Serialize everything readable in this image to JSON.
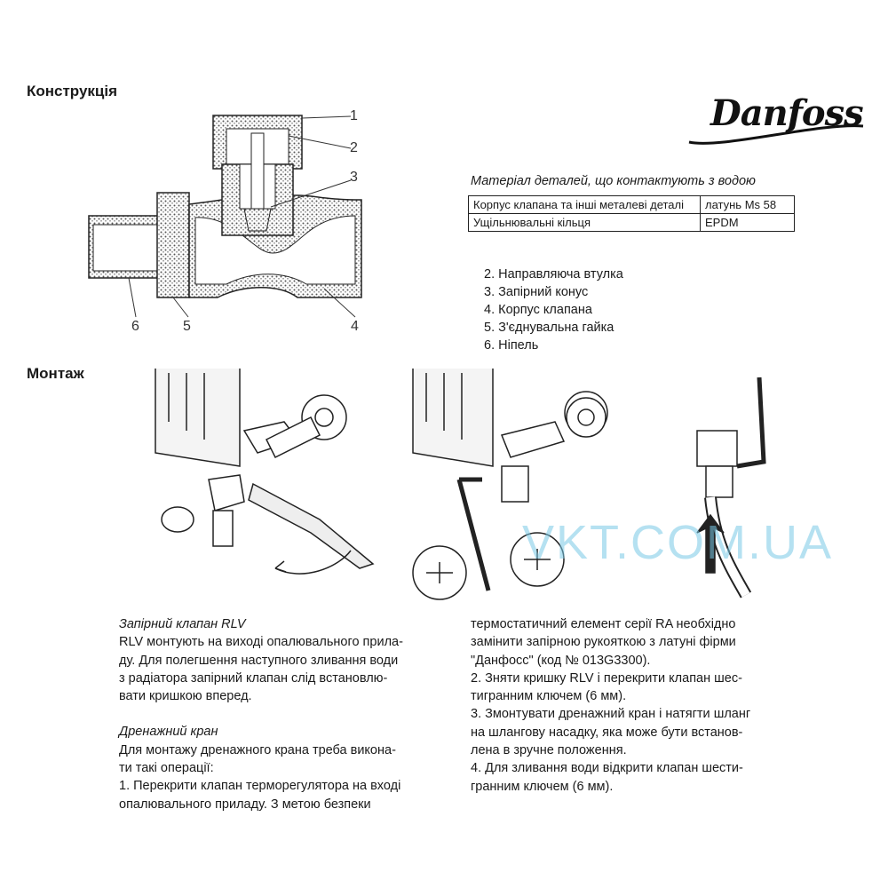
{
  "sections": {
    "construction_title": "Конструкція",
    "mounting_title": "Монтаж"
  },
  "logo": {
    "text": "Danfoss"
  },
  "diagram_callouts": [
    "1",
    "2",
    "3",
    "4",
    "5",
    "6"
  ],
  "materials": {
    "caption": "Матеріал деталей, що контактують з водою",
    "rows": [
      {
        "part": "Корпус клапана та інші металеві деталі",
        "material": "латунь Ms 58"
      },
      {
        "part": "Ущільнювальні кільця",
        "material": "EPDM"
      }
    ]
  },
  "parts_list": [
    "2. Направляюча втулка",
    "3. Запірний конус",
    "4. Корпус клапана",
    "5. З'єднувальна гайка",
    "6. Ніпель"
  ],
  "watermark": "VKT.COM.UA",
  "text_left": [
    {
      "text": "Запірний клапан RLV",
      "italic": true
    },
    {
      "text": "RLV монтують на виході опалювального прила-",
      "italic": false
    },
    {
      "text": "ду. Для полегшення наступного зливання води",
      "italic": false
    },
    {
      "text": "з радіатора запірний клапан слід встановлю-",
      "italic": false
    },
    {
      "text": "вати кришкою вперед.",
      "italic": false
    },
    {
      "text": "",
      "italic": false
    },
    {
      "text": "Дренажний кран",
      "italic": true
    },
    {
      "text": "Для монтажу дренажного крана треба викона-",
      "italic": false
    },
    {
      "text": "ти такі операції:",
      "italic": false
    },
    {
      "text": "1. Перекрити клапан терморегулятора на вході",
      "italic": false
    },
    {
      "text": "опалювального приладу. З метою безпеки",
      "italic": false
    }
  ],
  "text_right": [
    "термостатичний елемент серії RA необхідно",
    "замінити запірною рукояткою з латуні фірми",
    "\"Данфосс\" (код № 013G3300).",
    "2. Зняти кришку RLV і перекрити клапан шес-",
    "тигранним ключем (6 мм).",
    "3. Змонтувати дренажний кран і натягти шланг",
    "на шлангову насадку, яка може бути встанов-",
    "лена в зручне положення.",
    "4. Для зливання води відкрити клапан шести-",
    "гранним ключем (6 мм)."
  ]
}
